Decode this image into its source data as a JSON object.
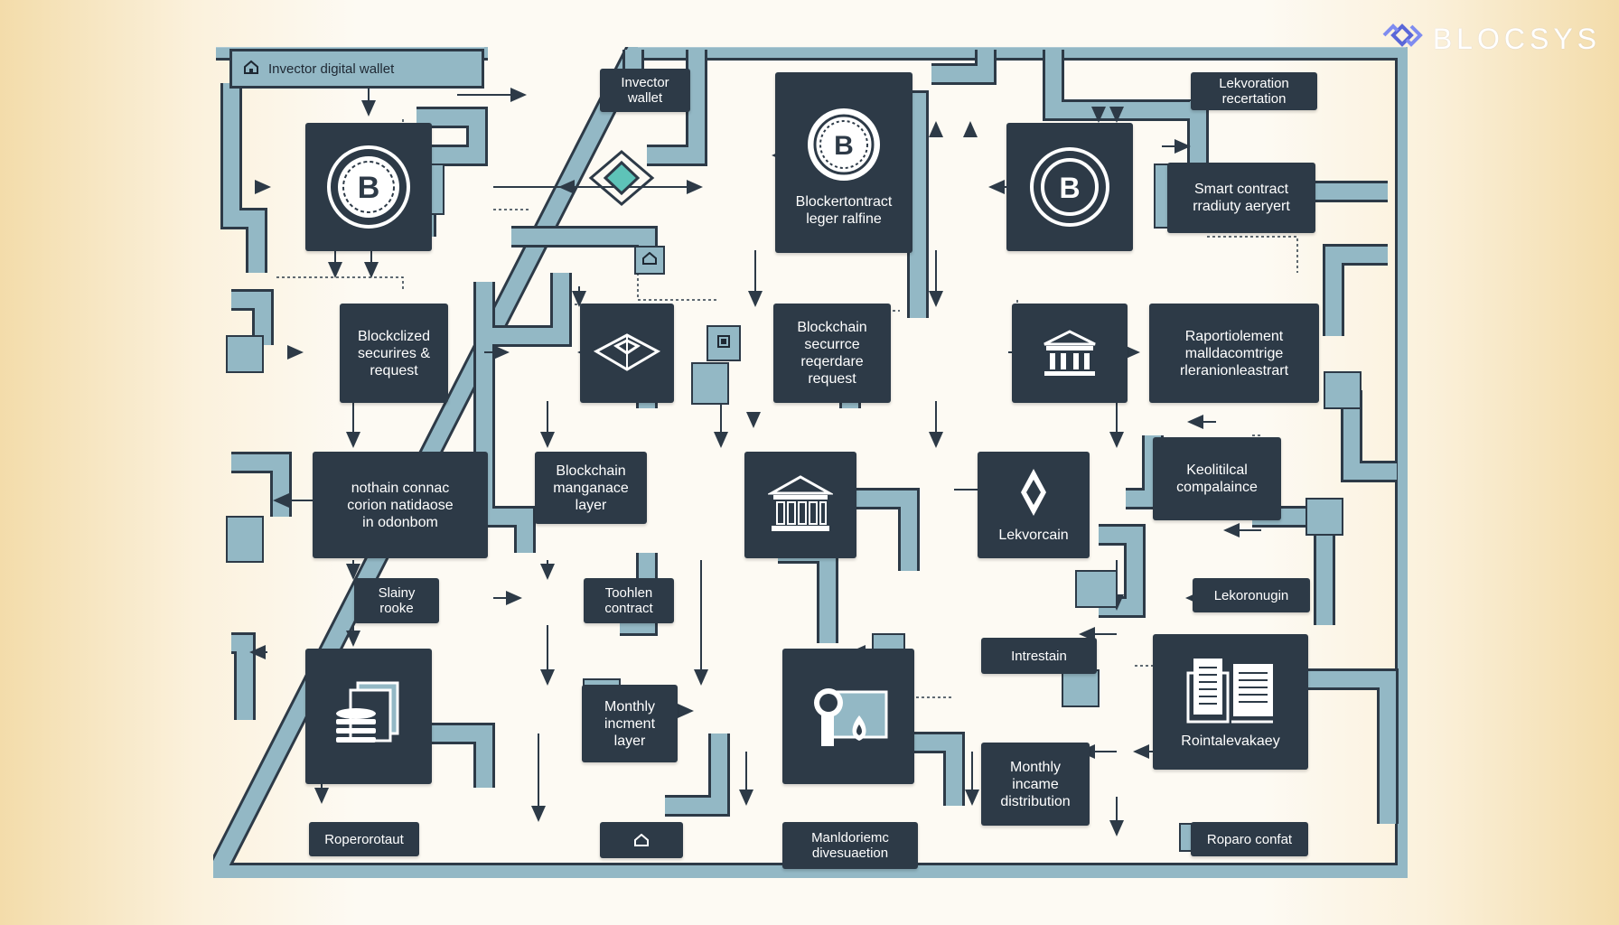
{
  "brand": {
    "name": "BLOCSYS",
    "icon": "diamond-links-logo"
  },
  "colors": {
    "node": "#2d3a47",
    "pipe": "#93b8c5",
    "line": "#2d3a47",
    "brand": "#5a67d8"
  },
  "diagram": {
    "header_tag": {
      "label": "Invector digital wallet",
      "icon": "home-icon"
    },
    "nodes": {
      "investor_wallet": "Invector\nwallet",
      "top_right_label": "Lekvoration\nrecertation",
      "blockchain_ledger": "Blockertontract\nleger ralfine",
      "smart_contract": "Smart contract\nrradiuty aeryert",
      "tokenized_request": "Blockclized\nsecurires &\nrequest",
      "blockchain_request": "Blockchain\nsecurrce\nreqerdare\nrequest",
      "reporting_module": "Raportiolement\nmalldacomtrige\nrleranionleastrart",
      "offchain_contract": "nothain connac\ncorion natidaose\nin odonbom",
      "management_layer": "Blockchain\nmanganace\nlayer",
      "lekvorcain": "Lekvorcain",
      "compliance": "Keolitilcal\ncompalaince",
      "slaing_route": "Slainy\nrooke",
      "token_contract": "Toohlen\ncontract",
      "lekoronugin": "Lekoronugin",
      "monthly_layer": "Monthly\nincment\nlayer",
      "interstain": "Intrestain",
      "reporting_library": "Rointalevakaey",
      "monthly_distribution": "Monthly\nincame\ndistribution",
      "bottom_report": "Roperorotaut",
      "bottom_discussion": "Manldoriemc\ndivesuaetion",
      "bottom_right": "Roparo confat"
    },
    "icons": {
      "wallet": "bitcoin-coin-icon",
      "ledger": "bitcoin-badge-icon",
      "contract": "bitcoin-coin-icon",
      "network": "diamond-network-icon",
      "cube": "cube-icon",
      "bank": "bank-icon",
      "gov": "bank-building-icon",
      "ethereum": "ethereum-icon",
      "database": "database-icon",
      "search": "search-document-icon",
      "book": "book-icon",
      "home": "home-icon",
      "server": "server-icon"
    }
  }
}
